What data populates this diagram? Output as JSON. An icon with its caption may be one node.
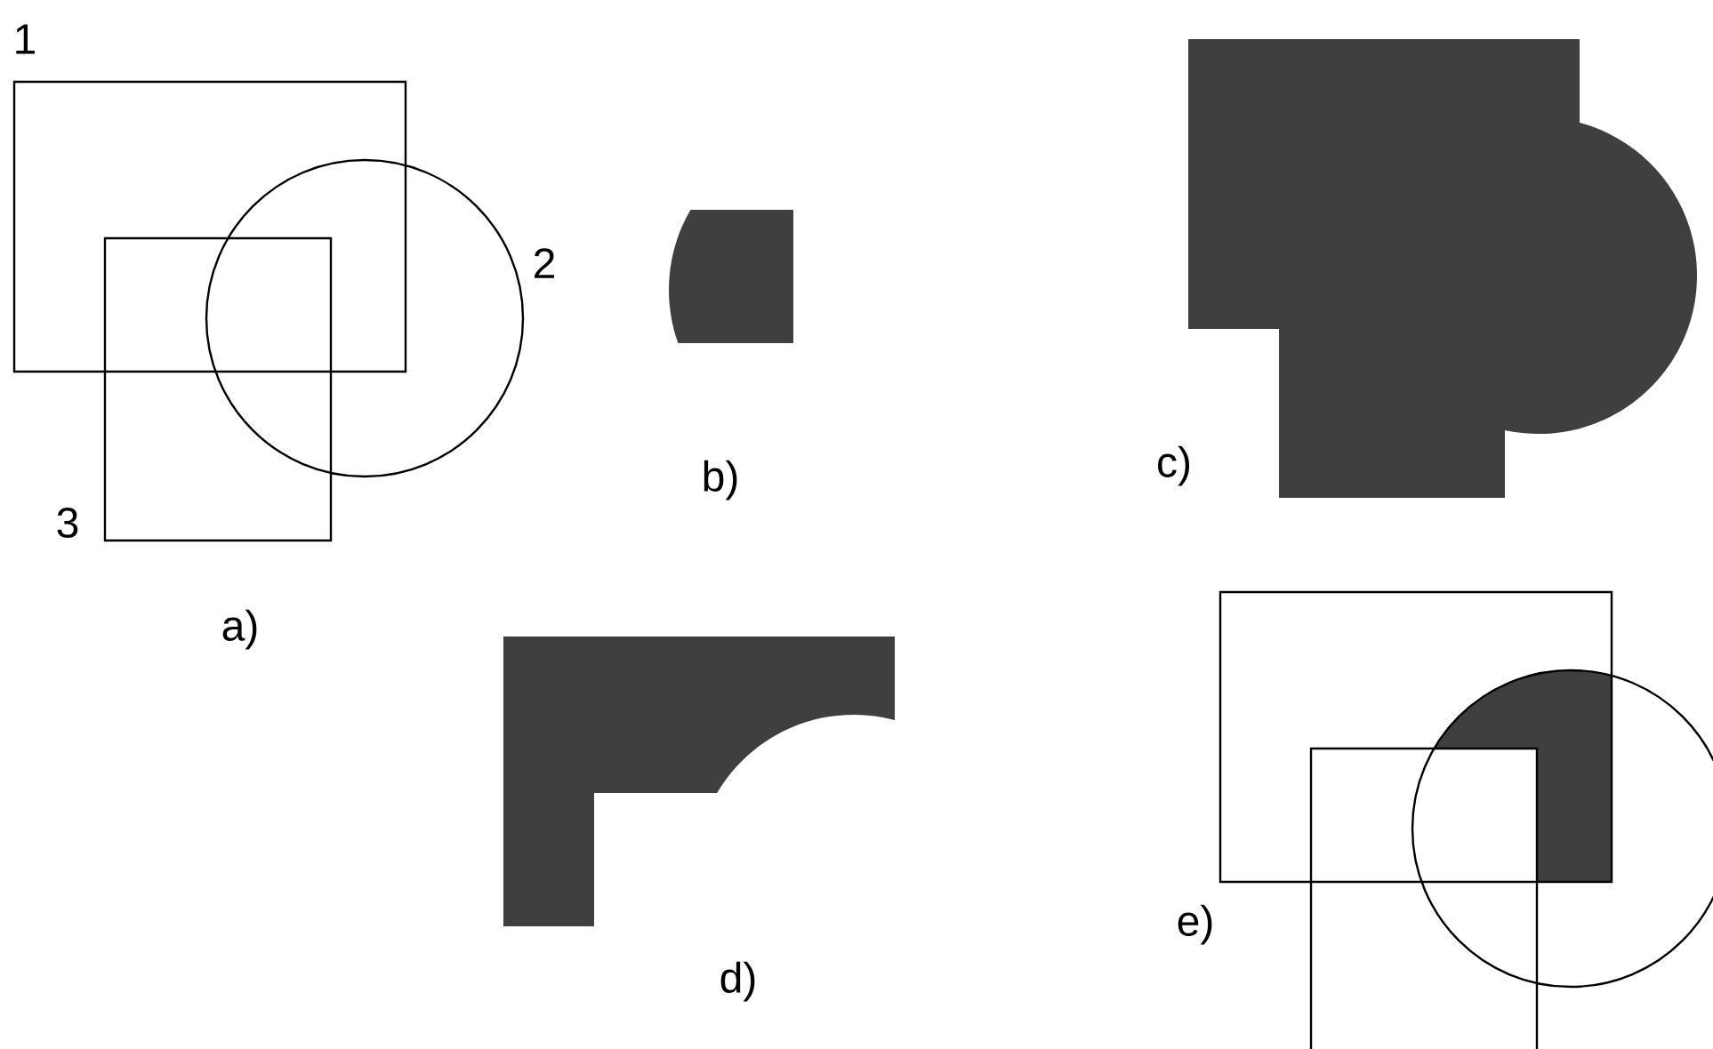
{
  "diagram": {
    "labels": [
      "1",
      "2",
      "3",
      "a)",
      "b)",
      "c)",
      "d)",
      "e)"
    ]
  }
}
